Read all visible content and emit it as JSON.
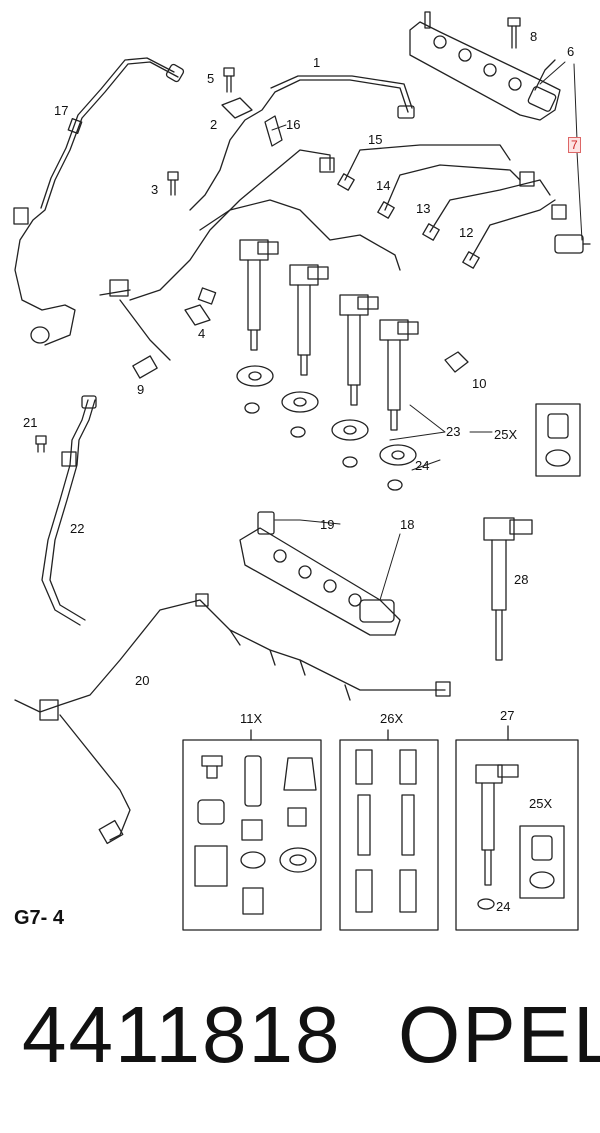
{
  "diagram": {
    "page_code": "G7- 4",
    "callouts": {
      "c1": "1",
      "c2": "2",
      "c3": "3",
      "c4": "4",
      "c5": "5",
      "c6": "6",
      "c7": "7",
      "c8": "8",
      "c9": "9",
      "c10": "10",
      "c11x": "11X",
      "c12": "12",
      "c13": "13",
      "c14": "14",
      "c15": "15",
      "c16": "16",
      "c17": "17",
      "c18": "18",
      "c19": "19",
      "c20": "20",
      "c21": "21",
      "c22": "22",
      "c23": "23",
      "c24": "24",
      "c24b": "24",
      "c25x": "25X",
      "c25xb": "25X",
      "c26x": "26X",
      "c27": "27",
      "c28": "28"
    },
    "highlight_color": "#e05555",
    "line_color": "#222222"
  },
  "footer": {
    "part_number": "4411818",
    "brand": "OPEL"
  }
}
